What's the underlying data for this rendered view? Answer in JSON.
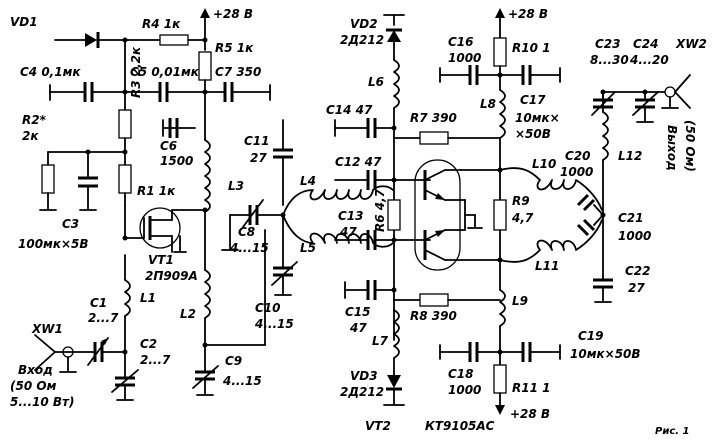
{
  "figure_caption": "Рис. 1",
  "labels": {
    "vd1": "VD1",
    "r4": "R4 1к",
    "plus28_top_left": "+28 В",
    "r5": "R5 1к",
    "c4": "C4 0,1мк",
    "c5": "C5 0,01мк",
    "c7": "C7 350",
    "r2_name": "R2*",
    "r2_value": "2к",
    "r3": "R3 2,2к",
    "c6_name": "C6",
    "c6_value": "1500",
    "r1": "R1 1к",
    "c3_name": "C3",
    "c3_value": "100мк×5В",
    "vt1": "VT1",
    "vt1_type": "2П909А",
    "l3": "L3",
    "c11_name": "C11",
    "c11_value": "27",
    "l4": "L4",
    "l5": "L5",
    "c8_name": "C8",
    "c8_value": "4...15",
    "c10_name": "C10",
    "c10_value": "4...15",
    "xw1": "XW1",
    "c1_name": "C1",
    "c1_value": "2...7",
    "l1": "L1",
    "c2_name": "C2",
    "c2_value": "2...7",
    "input_line1": "Вход",
    "input_line2": "(50 Ом",
    "input_line3": "5...10 Вт)",
    "l2": "L2",
    "c9_name": "C9",
    "c9_value": "4...15",
    "vd2_name": "VD2",
    "vd2_type": "2Д212",
    "l6": "L6",
    "c14": "C14 47",
    "r7": "R7 390",
    "c12": "C12 47",
    "c13_name": "C13",
    "c13_value": "47",
    "r6": "R6 4,7",
    "c15_name": "C15",
    "c15_value": "47",
    "r8": "R8 390",
    "l7": "L7",
    "vd3_name": "VD3",
    "vd3_type": "2Д212",
    "vt2": "VT2",
    "vt2_type": "КТ9105АС",
    "plus28_top_right": "+28 В",
    "r10": "R10 1",
    "c16_name": "C16",
    "c16_value": "1000",
    "l8": "L8",
    "c17_name": "C17",
    "c17_value_line1": "10мк×",
    "c17_value_line2": "×50В",
    "l10": "L10",
    "r9_name": "R9",
    "r9_value": "4,7",
    "l11": "L11",
    "l9": "L9",
    "c18_name": "C18",
    "c18_value": "1000",
    "c19_name": "C19",
    "c19_value": "10мк×50В",
    "r11": "R11 1",
    "plus28_bottom": "+28 В",
    "c23_name": "C23",
    "c23_value": "8...30",
    "c24_name": "C24",
    "c24_value": "4...20",
    "xw2": "XW2",
    "output_line1": "Выход",
    "output_line2": "(50 Ом)",
    "l12": "L12",
    "c20_name": "C20",
    "c20_value": "1000",
    "c21_name": "C21",
    "c21_value": "1000",
    "c22_name": "C22",
    "c22_value": "27"
  }
}
